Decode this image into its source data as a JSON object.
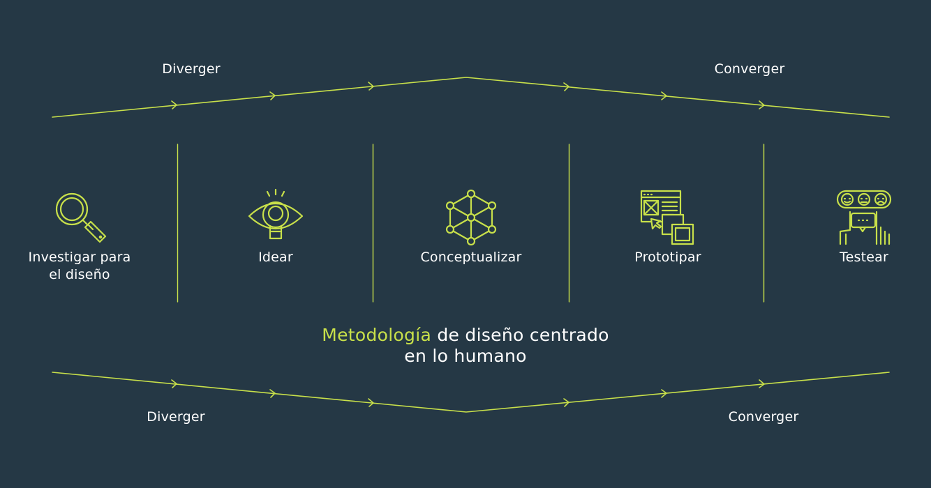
{
  "colors": {
    "background": "#253845",
    "accent": "#c8e04a",
    "text": "#ffffff"
  },
  "top_labels": {
    "left": "Diverger",
    "right": "Converger"
  },
  "bottom_labels": {
    "left": "Diverger",
    "right": "Converger"
  },
  "stages": [
    {
      "label": "Investigar para\nel diseño",
      "icon": "magnifier-icon"
    },
    {
      "label": "Idear",
      "icon": "eye-bulb-icon"
    },
    {
      "label": "Conceptualizar",
      "icon": "network-cube-icon"
    },
    {
      "label": "Prototipar",
      "icon": "wireframe-windows-icon"
    },
    {
      "label": "Testear",
      "icon": "feedback-rating-icon"
    }
  ],
  "title": {
    "highlight": "Metodología",
    "rest_line1": " de diseño centrado",
    "line2": "en lo humano"
  }
}
